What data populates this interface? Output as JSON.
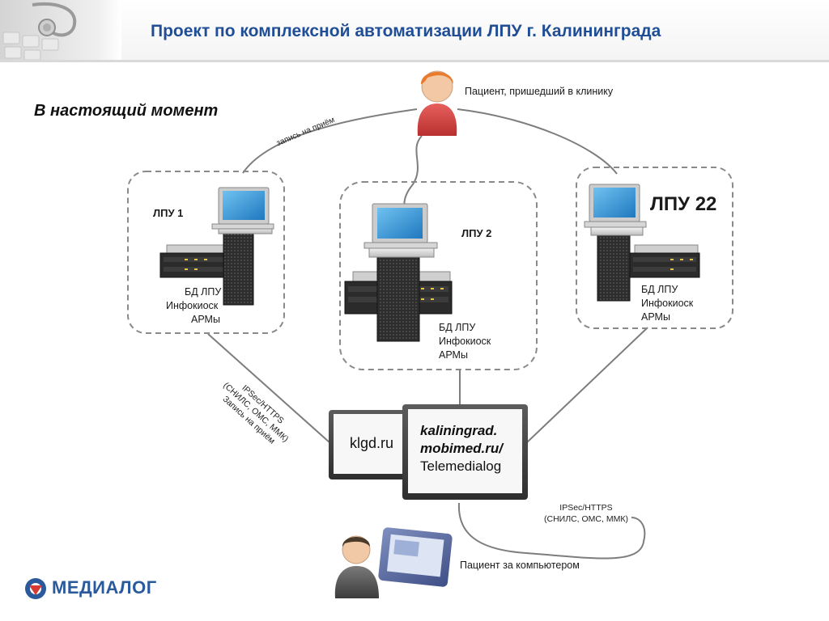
{
  "header": {
    "title": "Проект по комплексной автоматизации ЛПУ г. Калининграда"
  },
  "subtitle": "В настоящий момент",
  "patient_top": {
    "label": "Пациент, пришедший в клинику",
    "icon": "person-red-icon"
  },
  "booking_label_top": "запись на приём",
  "lpu": [
    {
      "name": "ЛПУ 1",
      "items": [
        "БД ЛПУ",
        "Инфокиоск",
        "АРМы"
      ]
    },
    {
      "name": "ЛПУ 2",
      "items": [
        "БД ЛПУ",
        "Инфокиоск",
        "АРМы"
      ]
    },
    {
      "name": "ЛПУ 22",
      "items": [
        "БД ЛПУ",
        "Инфокиоск",
        "АРМы"
      ]
    }
  ],
  "link_left": {
    "line1": "IPSec/HTTPS",
    "line2": "(СНИЛС, ОМС, ММК)",
    "line3": "Запись на приём"
  },
  "servers": {
    "back": "klgd.ru",
    "front_line1": "kaliningrad.",
    "front_line2": "mobimed.ru/",
    "front_line3": "Telemedialog"
  },
  "link_bottom": {
    "line1": "IPSec/HTTPS",
    "line2": "(СНИЛС, ОМС, ММК)"
  },
  "patient_bottom": {
    "label": "Пациент за компьютером",
    "icon": "person-at-computer-icon"
  },
  "logo": {
    "text": "МЕДИАЛОГ",
    "icon": "medialog-logo-icon"
  },
  "colors": {
    "title": "#1f4d96",
    "patient_top": "#d9474a",
    "screen": "#3a9ad9",
    "dashed_border": "#8a8a8a",
    "line": "#7a7a7a",
    "logo": "#2a5a9c"
  }
}
